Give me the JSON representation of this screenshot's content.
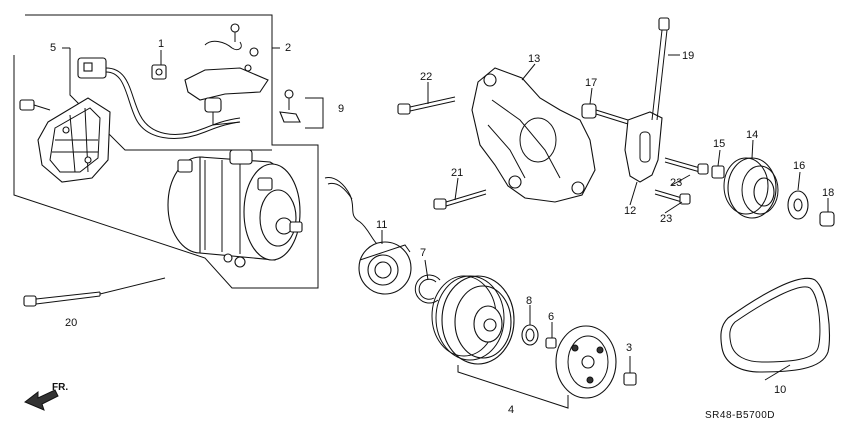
{
  "diagram_code": "SR48-B5700D",
  "direction_label": "FR.",
  "callouts": [
    "1",
    "2",
    "3",
    "4",
    "5",
    "6",
    "7",
    "8",
    "9",
    "10",
    "11",
    "12",
    "13",
    "14",
    "15",
    "16",
    "17",
    "18",
    "19",
    "20",
    "21",
    "22",
    "23",
    "23"
  ]
}
